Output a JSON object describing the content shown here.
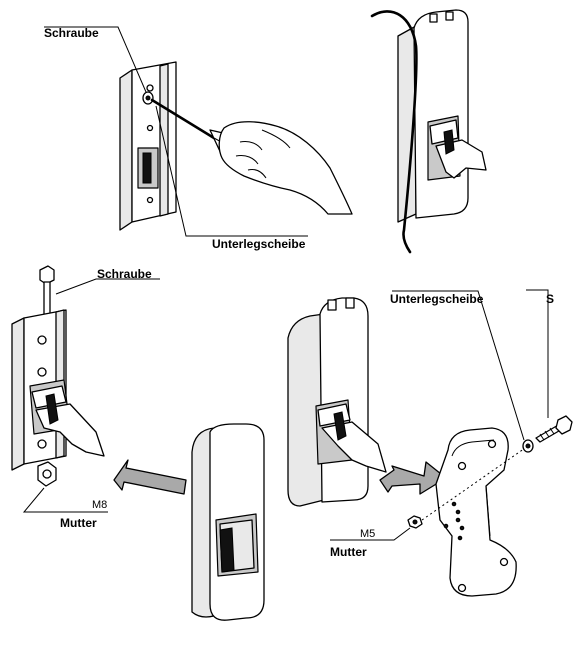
{
  "labels": {
    "panel1_screw": "Schraube",
    "panel1_washer": "Unterlegscheibe",
    "panel3_screw": "Schraube",
    "panel3_thread": "M8",
    "panel3_nut": "Mutter",
    "panel4_washer": "Unterlegscheibe",
    "panel4_screw_cut": "S",
    "panel4_thread": "M5",
    "panel4_nut": "Mutter"
  }
}
